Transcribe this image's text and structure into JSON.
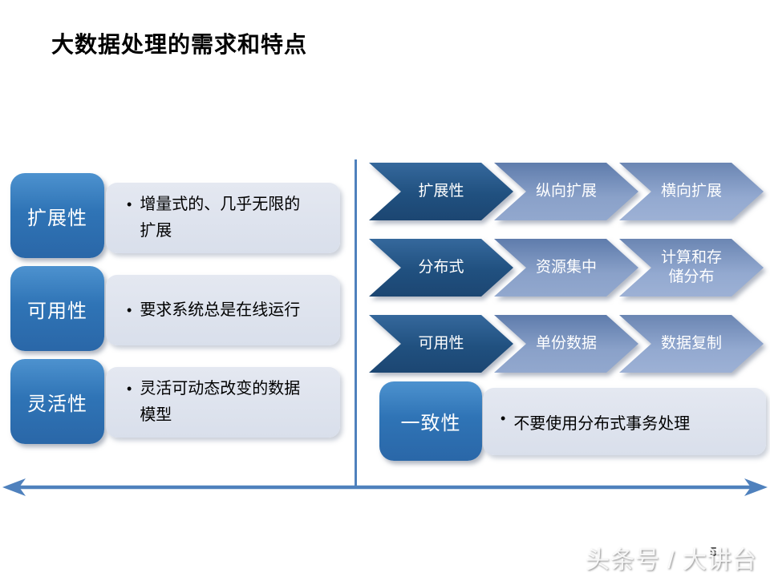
{
  "title": "大数据处理的需求和特点",
  "bullet": "•",
  "left_panel": {
    "items": [
      {
        "label": "扩展性",
        "desc_lines": [
          "增量式的、几乎无限的",
          "扩展"
        ]
      },
      {
        "label": "可用性",
        "desc_lines": [
          "要求系统总是在线运行",
          ""
        ]
      },
      {
        "label": "灵活性",
        "desc_lines": [
          "灵活可动态改变的数据",
          "模型"
        ]
      }
    ]
  },
  "right_panel": {
    "chevron_rows": [
      {
        "steps": [
          {
            "lines": [
              "扩展性",
              ""
            ]
          },
          {
            "lines": [
              "纵向扩展",
              ""
            ]
          },
          {
            "lines": [
              "横向扩展",
              ""
            ]
          }
        ]
      },
      {
        "steps": [
          {
            "lines": [
              "分布式",
              ""
            ]
          },
          {
            "lines": [
              "资源集中",
              ""
            ]
          },
          {
            "lines": [
              "计算和存",
              "储分布"
            ]
          }
        ]
      },
      {
        "steps": [
          {
            "lines": [
              "可用性",
              ""
            ]
          },
          {
            "lines": [
              "单份数据",
              ""
            ]
          },
          {
            "lines": [
              "数据复制",
              ""
            ]
          }
        ]
      }
    ],
    "consistency": {
      "label": "一致性",
      "desc": "不要使用分布式事务处理"
    }
  },
  "footer": {
    "watermark": "头条号 / 大讲台",
    "page_number": "5"
  },
  "colors": {
    "chevron_dark": "#1F4E79",
    "chevron_mid": "#8AA1C9",
    "chevron_light": "#93A9D0",
    "tab_blue": "#2E74B5",
    "light_box": "#DCE1EC",
    "line_accent": "#4F81BD"
  }
}
